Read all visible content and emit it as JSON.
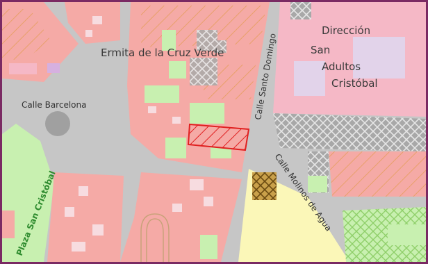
{
  "map": {
    "labels": {
      "ermita": "Ermita de la Cruz Verde",
      "direccion": "Dirección",
      "san": "San",
      "adultos": "Adultos",
      "cristobal": "Cristóbal",
      "calle_barcelona": "Calle Barcelona",
      "calle_santo_domingo": "Calle Santo Domingo",
      "calle_molinos_de_agua": "Calle Molinos de Agua",
      "plaza_san_cristobal": "Plaza San Cristóbal"
    },
    "colors": {
      "building_pink": "#f5aaa6",
      "road_gray": "#c6c6c6",
      "green_area": "#c8f0b0",
      "yellow_area": "#fbf7b8",
      "institution_pink": "#f5b8c6",
      "lilac": "#e2d3ea",
      "highlight_red": "#e02020",
      "frame": "#7a2a63"
    }
  }
}
